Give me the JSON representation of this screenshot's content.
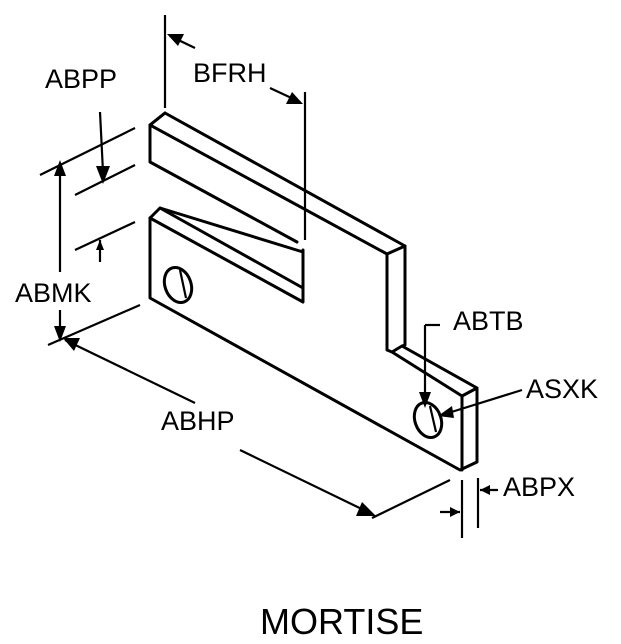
{
  "title": "MORTISE",
  "labels": {
    "abpp": "ABPP",
    "bfrh": "BFRH",
    "abmk": "ABMK",
    "abhp": "ABHP",
    "abtb": "ABTB",
    "asxk": "ASXK",
    "abpx": "ABPX"
  }
}
